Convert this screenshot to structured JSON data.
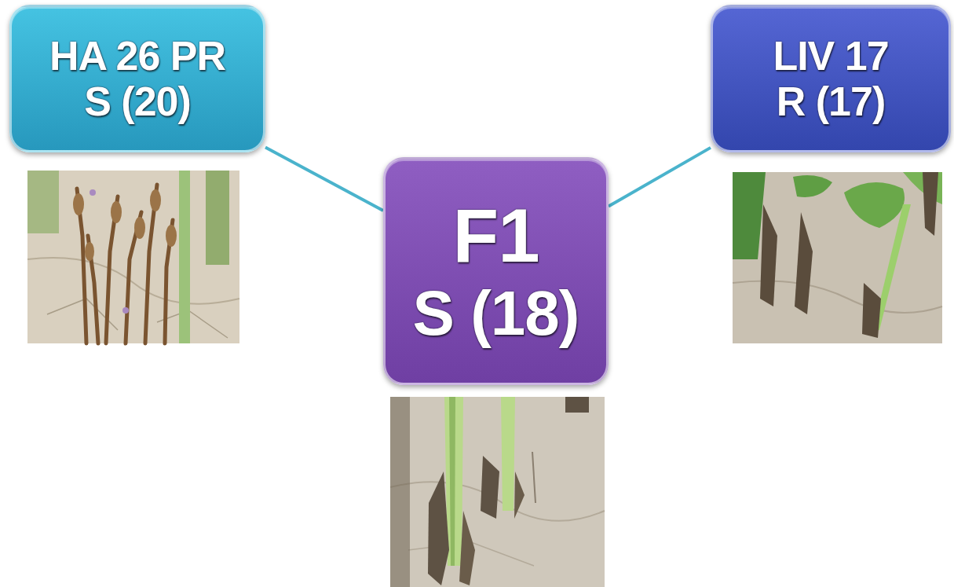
{
  "diagram": {
    "nodes": [
      {
        "text": [
          "HA 26 PR",
          "S (20)"
        ]
      },
      {
        "text": [
          "F1",
          "S (18)"
        ]
      },
      {
        "text": [
          "LIV 17",
          "R (17)"
        ]
      }
    ],
    "edges": [
      {
        "from": 0,
        "to": 1,
        "arrow": "none"
      },
      {
        "from": 2,
        "to": 1,
        "arrow": "none"
      }
    ]
  }
}
